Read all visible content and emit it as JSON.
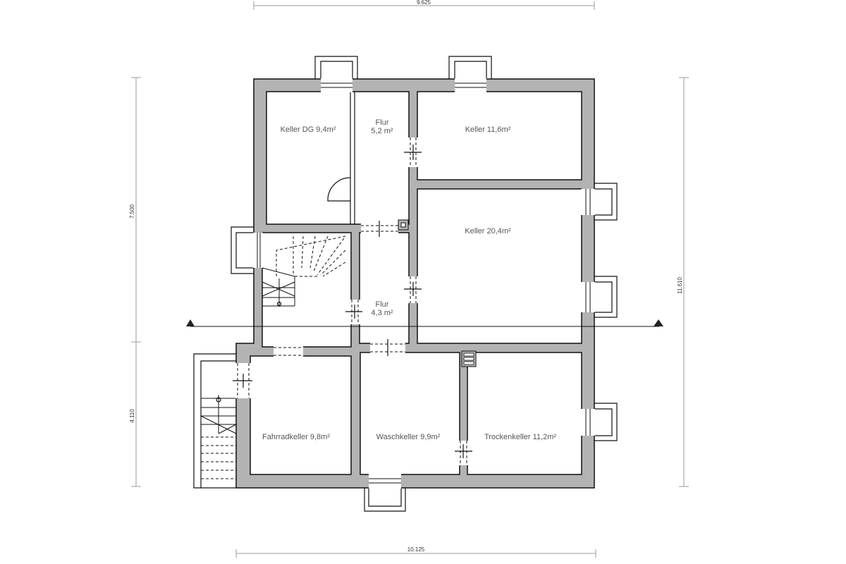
{
  "plan": {
    "rooms": [
      {
        "name": "Keller DG 9,4m²"
      },
      {
        "name": "Flur",
        "area": "5,2 m²"
      },
      {
        "name": "Keller 11,6m²"
      },
      {
        "name": "Keller 20,4m²"
      },
      {
        "name": "Flur",
        "area": "4,3 m²"
      },
      {
        "name": "Fahrradkeller 9,8m²"
      },
      {
        "name": "Waschkeller 9,9m²"
      },
      {
        "name": "Trockenkeller 11,2m²"
      }
    ],
    "dimensions": {
      "top": "9.625",
      "bottom": "10.125",
      "left_upper": "7.500",
      "left_lower": "4.110",
      "right": "11.610"
    }
  }
}
